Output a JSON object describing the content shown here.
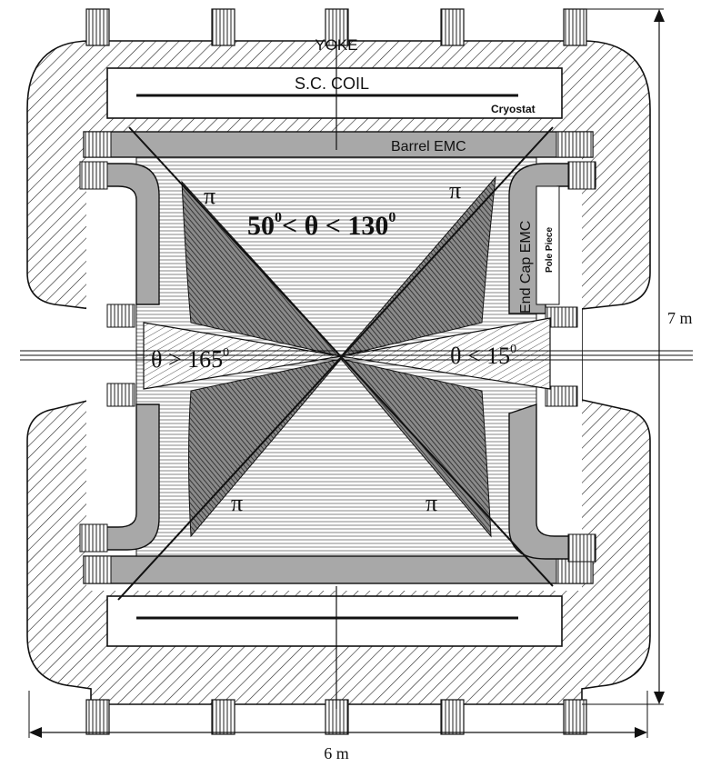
{
  "labels": {
    "yoke": "YOKE",
    "sc_coil": "S.C. COIL",
    "cryostat": "Cryostat",
    "barrel_emc": "Barrel EMC",
    "endcap_emc": "End Cap EMC",
    "pole_piece": "Pole Piece",
    "angle_barrel_a": "50",
    "angle_barrel_b": "< θ < 130",
    "angle_barrel_c": "",
    "angle_back_a": "θ > 165",
    "angle_forward_a": "θ < 15",
    "degree_mark": "0",
    "pion": "π",
    "height_dim": "7 m",
    "width_dim": "6 m"
  },
  "colors": {
    "line": "#111111",
    "emc_gray": "#a8a8a8",
    "hatch_dark": "#3a3a3a",
    "background": "#ffffff"
  }
}
